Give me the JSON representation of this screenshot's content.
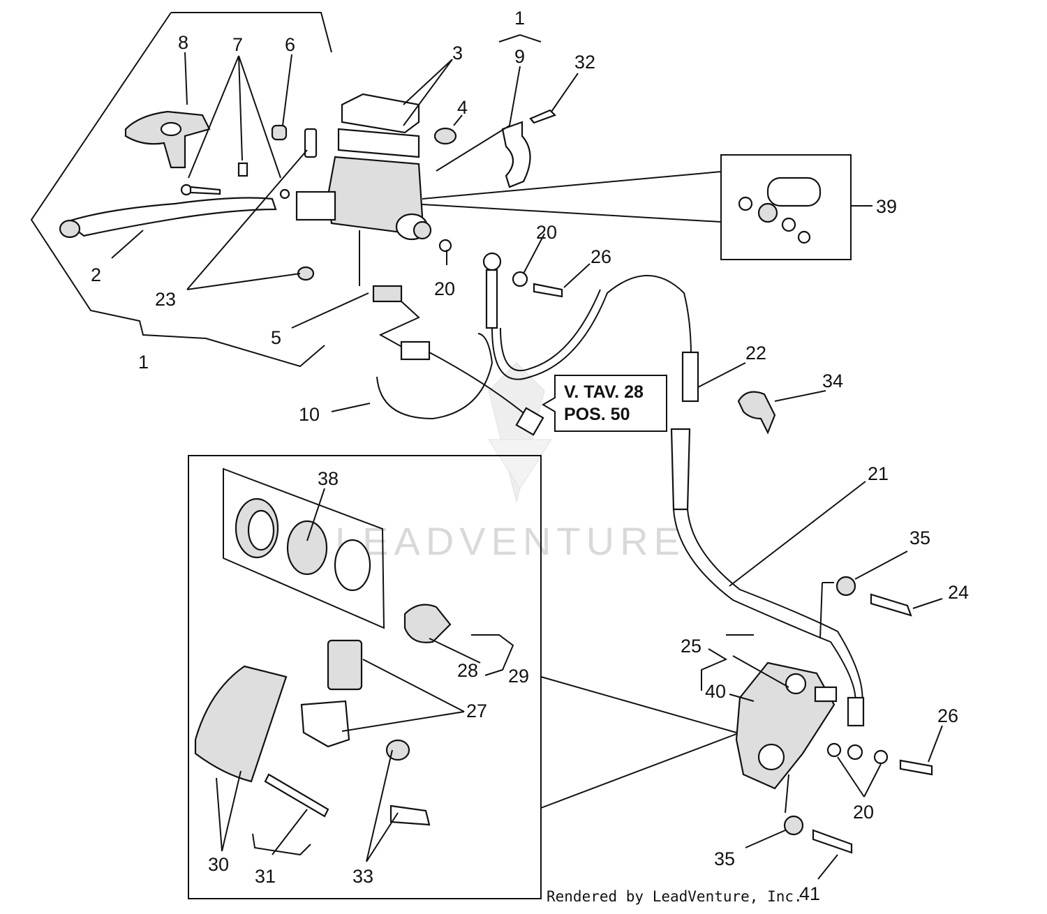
{
  "watermark": "LEADVENTURE",
  "credit": "Rendered by LeadVenture, Inc.",
  "cross_reference": {
    "line1": "V. TAV. 28",
    "line2": "POS. 50"
  },
  "callouts": {
    "c1a": "1",
    "c1b": "1",
    "c2": "2",
    "c3": "3",
    "c4": "4",
    "c5": "5",
    "c6": "6",
    "c7": "7",
    "c8": "8",
    "c9": "9",
    "c10": "10",
    "c20a": "20",
    "c20b": "20",
    "c20c": "20",
    "c21": "21",
    "c22": "22",
    "c23": "23",
    "c24": "24",
    "c25": "25",
    "c26a": "26",
    "c26b": "26",
    "c27": "27",
    "c28": "28",
    "c29": "29",
    "c30": "30",
    "c31": "31",
    "c32": "32",
    "c33": "33",
    "c34": "34",
    "c35a": "35",
    "c35b": "35",
    "c38": "38",
    "c39": "39",
    "c40": "40",
    "c41": "41"
  }
}
